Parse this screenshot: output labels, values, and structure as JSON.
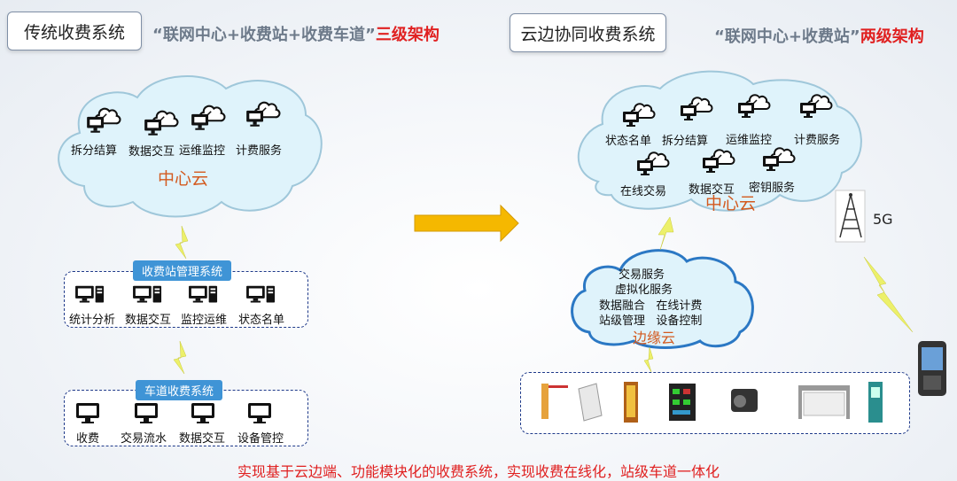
{
  "left": {
    "title": "传统收费系统",
    "headline_quote": "“联网中心+收费站+收费车道”",
    "headline_red": "三级架构",
    "center_cloud": {
      "name": "中心云",
      "items": [
        "拆分结算",
        "数据交互",
        "运维监控",
        "计费服务"
      ]
    },
    "station_group": {
      "header": "收费站管理系统",
      "items": [
        "统计分析",
        "数据交互",
        "监控运维",
        "状态名单"
      ]
    },
    "lane_group": {
      "header": "车道收费系统",
      "items": [
        "收费",
        "交易流水",
        "数据交互",
        "设备管控"
      ]
    }
  },
  "right": {
    "title": "云边协同收费系统",
    "headline_quote": "“联网中心+收费站”",
    "headline_red": "两级架构",
    "center_cloud": {
      "name": "中心云",
      "items": [
        "状态名单",
        "拆分结算",
        "运维监控",
        "计费服务",
        "在线交易",
        "数据交互",
        "密钥服务"
      ]
    },
    "edge_cloud": {
      "name": "边缘云",
      "lines": [
        "交易服务",
        "虚拟化服务",
        "数据融合   在线计费",
        "站级管理   设备控制"
      ]
    },
    "network_label": "5G"
  },
  "footer": "实现基于云边端、功能模块化的收费系统，实现收费在线化，站级车道一体化",
  "colors": {
    "accent_red": "#e02020",
    "cloud_fill": "#dff3fb",
    "group_border": "#1f3a8a",
    "header_blue": "#3f94d6",
    "arrow": "#f5b800"
  }
}
